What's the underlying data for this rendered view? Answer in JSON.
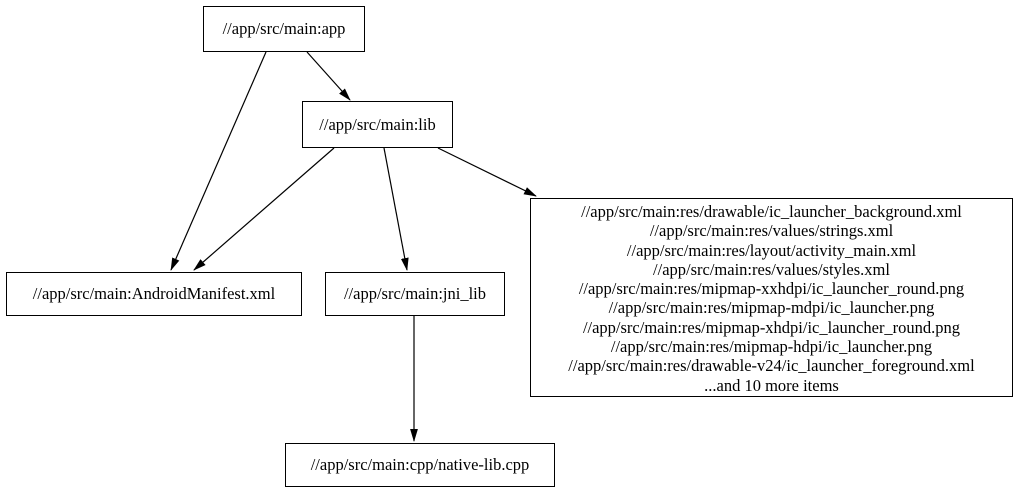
{
  "diagram": {
    "type": "dependency-graph",
    "background_color": "#ffffff",
    "node_border_color": "#000000",
    "edge_color": "#000000",
    "text_color": "#000000",
    "nodes": [
      {
        "id": "app",
        "label": "//app/src/main:app"
      },
      {
        "id": "lib",
        "label": "//app/src/main:lib"
      },
      {
        "id": "android_manifest",
        "label": "//app/src/main:AndroidManifest.xml"
      },
      {
        "id": "jni_lib",
        "label": "//app/src/main:jni_lib"
      },
      {
        "id": "res_group",
        "lines": [
          "//app/src/main:res/drawable/ic_launcher_background.xml",
          "//app/src/main:res/values/strings.xml",
          "//app/src/main:res/layout/activity_main.xml",
          "//app/src/main:res/values/styles.xml",
          "//app/src/main:res/mipmap-xxhdpi/ic_launcher_round.png",
          "//app/src/main:res/mipmap-mdpi/ic_launcher.png",
          "//app/src/main:res/mipmap-xhdpi/ic_launcher_round.png",
          "//app/src/main:res/mipmap-hdpi/ic_launcher.png",
          "//app/src/main:res/drawable-v24/ic_launcher_foreground.xml",
          "...and 10 more items"
        ]
      },
      {
        "id": "native_lib_cpp",
        "label": "//app/src/main:cpp/native-lib.cpp"
      }
    ],
    "edges": [
      {
        "from": "app",
        "to": "android_manifest"
      },
      {
        "from": "app",
        "to": "lib"
      },
      {
        "from": "lib",
        "to": "android_manifest"
      },
      {
        "from": "lib",
        "to": "jni_lib"
      },
      {
        "from": "lib",
        "to": "res_group"
      },
      {
        "from": "jni_lib",
        "to": "native_lib_cpp"
      }
    ]
  }
}
